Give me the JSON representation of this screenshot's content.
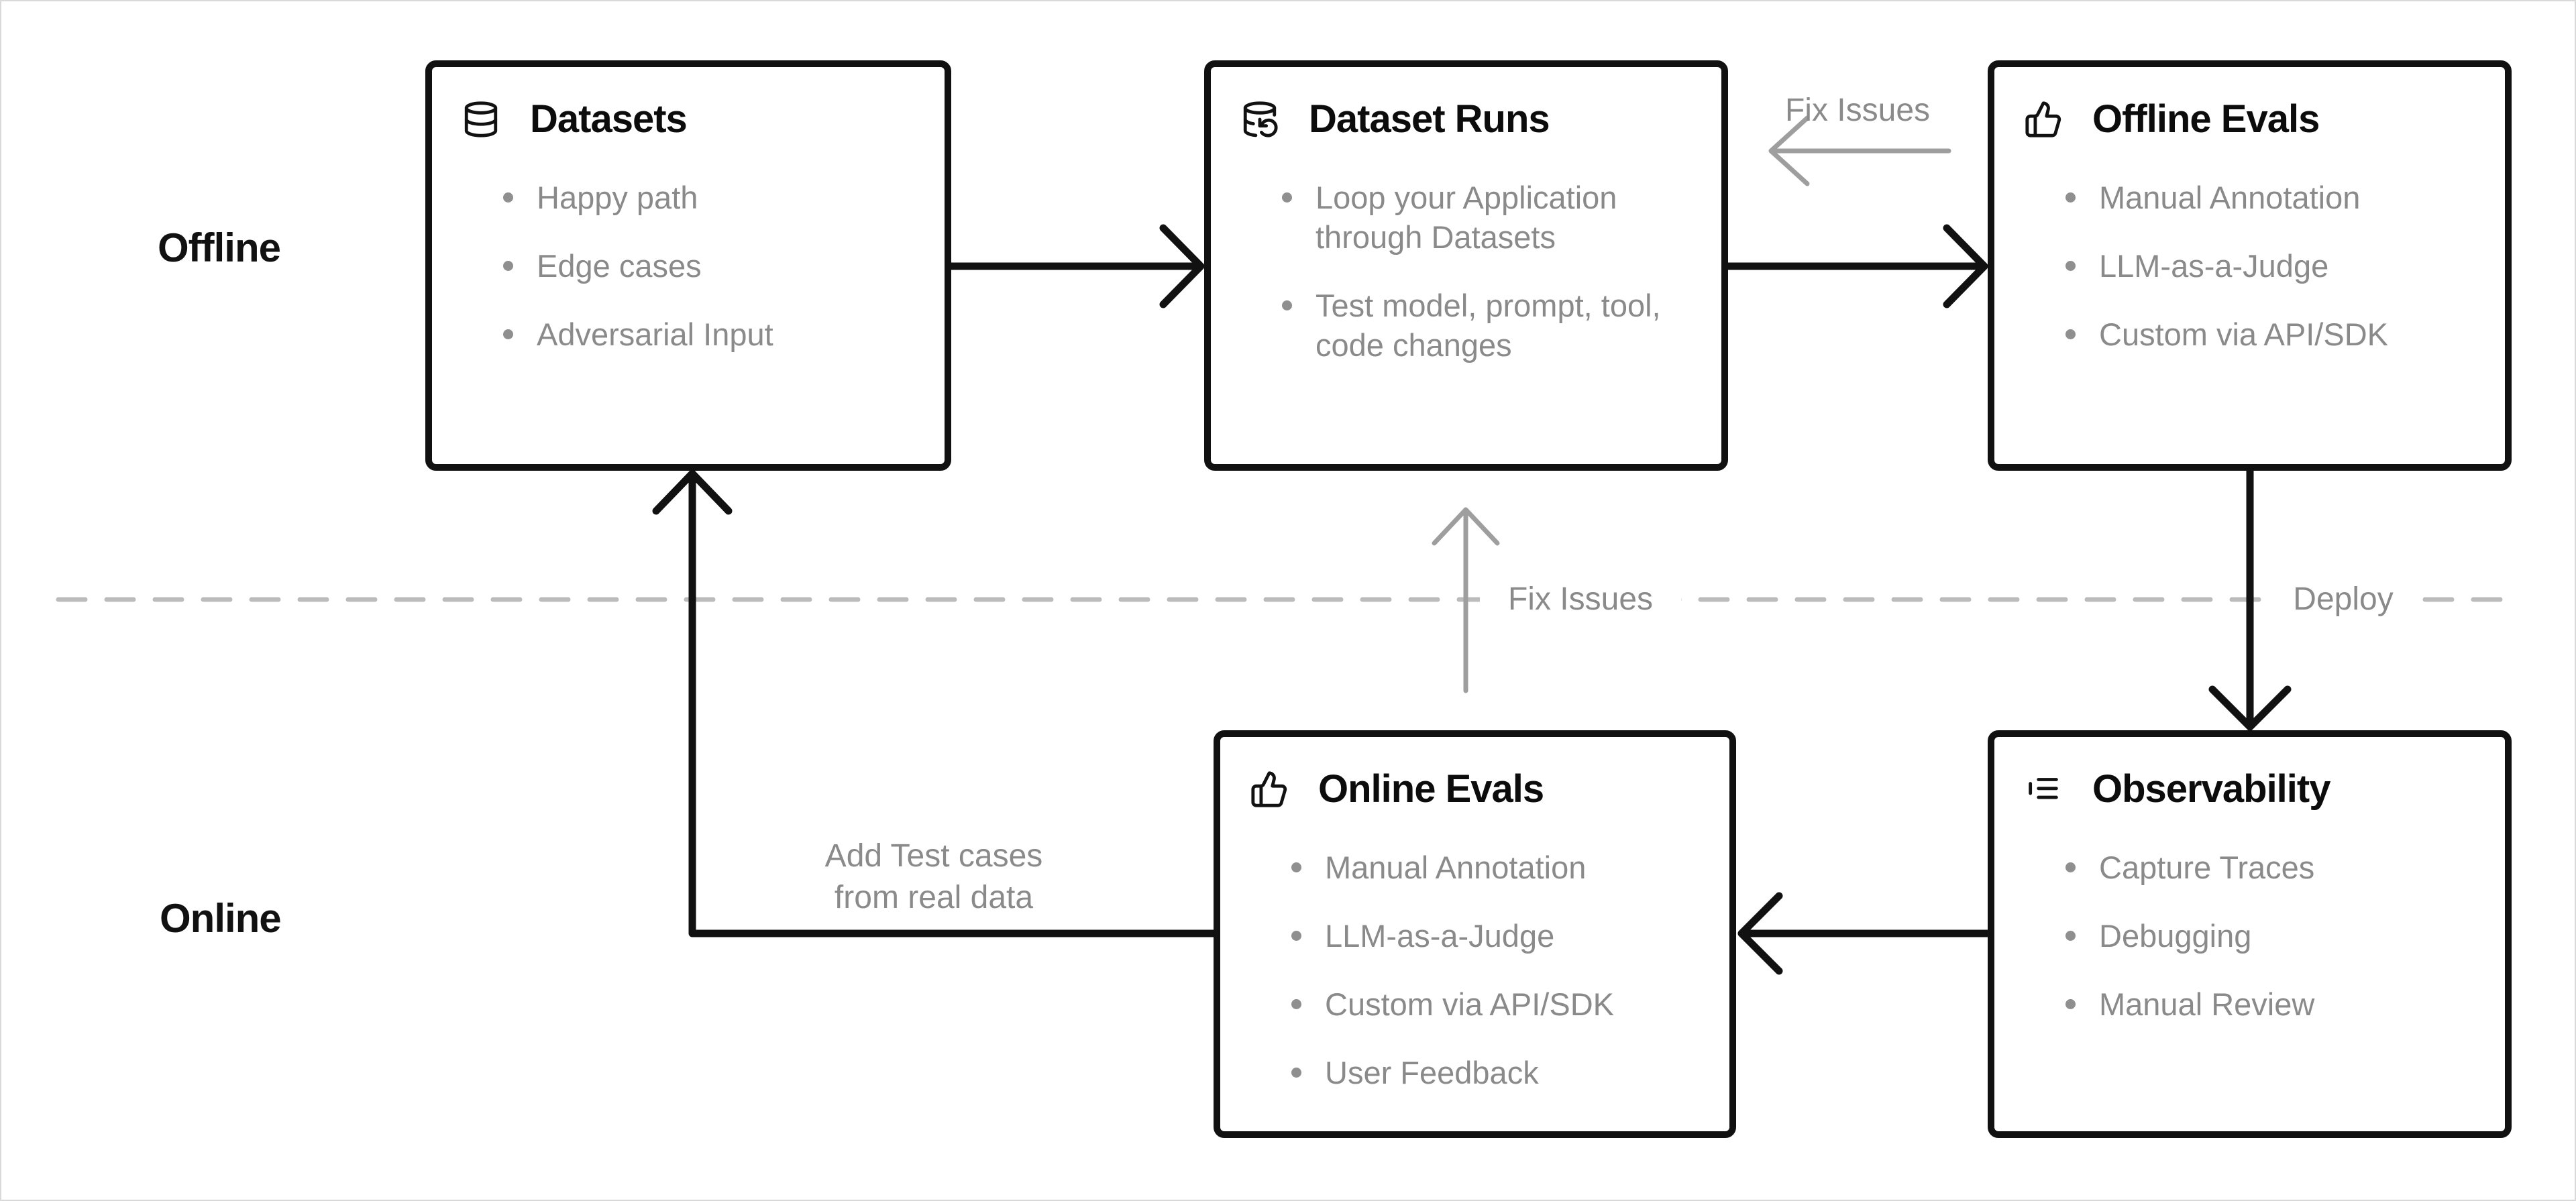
{
  "page": {
    "background": "#ffffff",
    "frame_border_color": "#d9d9d9"
  },
  "colors": {
    "box_border": "#111111",
    "arrow_black": "#111111",
    "arrow_gray": "#9e9e9e",
    "dashed_divider": "#bcbcbc",
    "title_text": "#0c0c0c",
    "muted_text": "#8a8a8a"
  },
  "sections": {
    "offline_label": "Offline",
    "online_label": "Online"
  },
  "boxes": [
    {
      "id": "datasets",
      "title": "Datasets",
      "icon": "database-icon",
      "items": [
        "Happy path",
        "Edge cases",
        "Adversarial Input"
      ]
    },
    {
      "id": "dataset-runs",
      "title": "Dataset Runs",
      "icon": "database-refresh-icon",
      "items": [
        "Loop your Application through Datasets",
        "Test model, prompt, tool, code changes"
      ]
    },
    {
      "id": "offline-evals",
      "title": "Offline Evals",
      "icon": "thumbs-up-icon",
      "items": [
        "Manual Annotation",
        "LLM-as-a-Judge",
        "Custom via API/SDK"
      ]
    },
    {
      "id": "online-evals",
      "title": "Online Evals",
      "icon": "thumbs-up-icon",
      "items": [
        "Manual Annotation",
        "LLM-as-a-Judge",
        "Custom via API/SDK",
        "User Feedback"
      ]
    },
    {
      "id": "observability",
      "title": "Observability",
      "icon": "trace-list-icon",
      "items": [
        "Capture Traces",
        "Debugging",
        "Manual Review"
      ]
    }
  ],
  "edge_labels": {
    "fix_issues_top": "Fix Issues",
    "fix_issues_center": "Fix Issues",
    "deploy": "Deploy",
    "add_test_cases_line1": "Add Test cases",
    "add_test_cases_line2": "from real data"
  }
}
